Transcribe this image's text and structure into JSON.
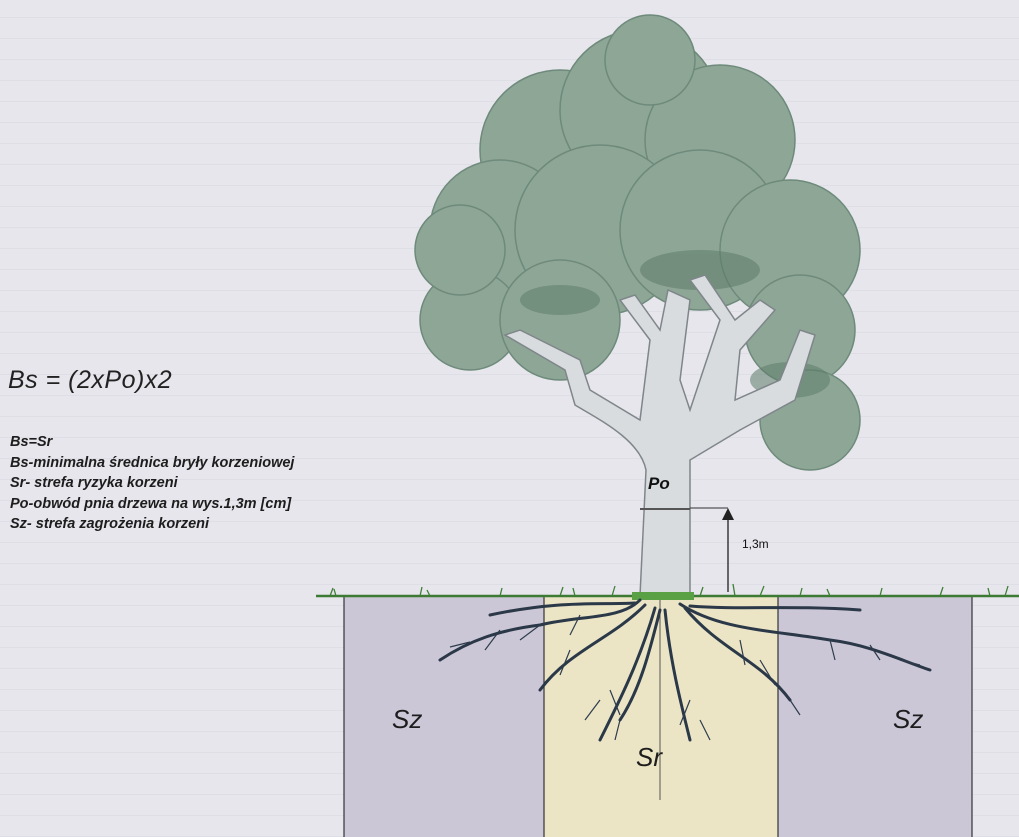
{
  "formula": "Bs = (2xPo)x2",
  "legend": [
    "Bs=Sr",
    "Bs-minimalna średnica bryły korzeniowej",
    "Sr- strefa ryzyka korzeni",
    "Po-obwód pnia drzewa na wys.1,3m [cm]",
    "Sz- strefa zagrożenia korzeni"
  ],
  "labels": {
    "po": "Po",
    "height": "1,3m",
    "zone_left": "Sz",
    "zone_center": "Sr",
    "zone_right": "Sz"
  },
  "colors": {
    "foliage": "#8fa79a",
    "foliage_dark": "#5f7d6c",
    "trunk": "#d9dde0",
    "soil_zone": "#cfcbd8",
    "risk_zone": "#ece6c8",
    "roots": "#2b3a4a",
    "grass": "#4a8c3a"
  }
}
